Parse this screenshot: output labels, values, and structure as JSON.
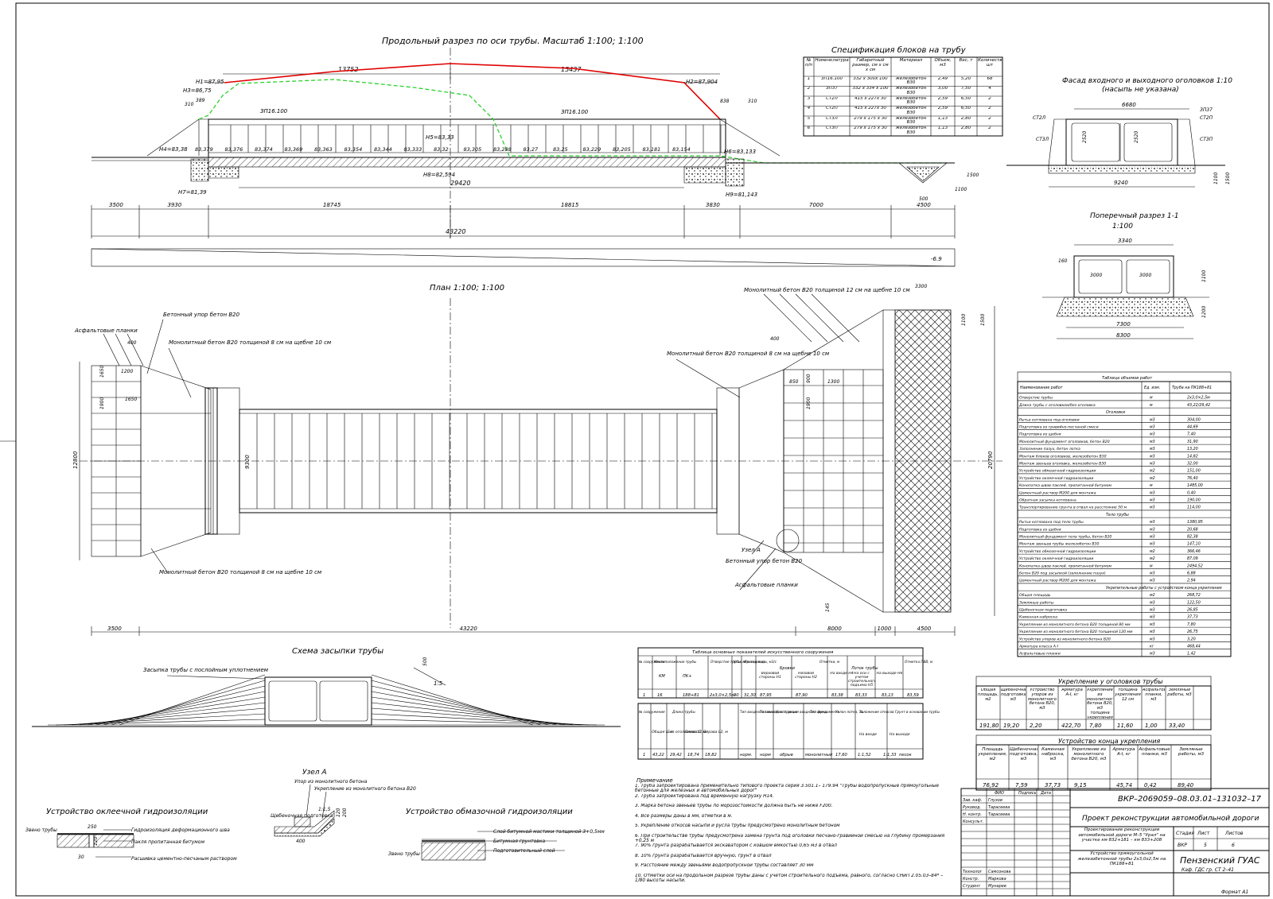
{
  "views": {
    "long_section_title": "Продольный разрез по оси трубы. Масштаб 1:100; 1:100",
    "plan_title": "План 1:100; 1:100",
    "facade_title": "Фасад входного и выходного оголовков 1:10",
    "facade_subtitle": "(насыпь не указана)",
    "cross_title": "Поперечный разрез 1-1",
    "cross_scale": "1:100",
    "backfill_title": "Схема засыпки трубы",
    "node_title": "Узел А",
    "paste_title": "Устройство оклеечной гидроизоляции",
    "coat_title": "Устройство обмазочной гидроизоляции"
  },
  "long_section": {
    "dims_top": [
      "13752",
      "15437"
    ],
    "dims_bottom": [
      "3500",
      "3930",
      "18745",
      "18815",
      "3830",
      "7000",
      "4500"
    ],
    "total": "43220",
    "inner": "29420",
    "labels": [
      "ЗП16.100",
      "ЗП16.100"
    ],
    "marks": {
      "h1": "Н1=87,95",
      "h2": "Н2=87,904",
      "h3": "Н3=86,75",
      "h4": "Н4=83,38",
      "h5": "Н5=83,33",
      "h6": "Н6=83,133",
      "h7": "Н7=81,39",
      "h8": "Н8=82,594",
      "h9": "Н9=81,143"
    },
    "bottom_marks": [
      "83,379",
      "83,376",
      "83,374",
      "83,369",
      "83,363",
      "83,354",
      "83,344",
      "83,333",
      "83,32",
      "83,305",
      "83,288",
      "83,27",
      "83,25",
      "83,229",
      "83,205",
      "83,181",
      "83,154"
    ],
    "small": [
      "310",
      "389",
      "838",
      "310",
      "1500",
      "1100",
      "500"
    ],
    "profile_value": "-6.9"
  },
  "spec": {
    "title": "Спецификация блоков на трубу",
    "headers": [
      "№ п/п",
      "Номенклатура",
      "Габаритный размер, см х см х см",
      "Материал",
      "Объем, м3",
      "Вес, т",
      "Количество, шт"
    ],
    "rows": [
      [
        "1",
        "ЗП16.100",
        "332 х 300х 100",
        "железобетон В30",
        "2,49",
        "5,20",
        "68"
      ],
      [
        "2",
        "ЗП37",
        "332 х 334 х 100",
        "железобетон В30",
        "3,00",
        "7,50",
        "4"
      ],
      [
        "3",
        "СТ2Л",
        "415 х 227х 30",
        "железобетон В30",
        "2,59",
        "6,50",
        "2"
      ],
      [
        "4",
        "СТ2П",
        "415 х 227х 30",
        "железобетон В30",
        "2,59",
        "6,50",
        "2"
      ],
      [
        "5",
        "СТ3Л",
        "279 х 175 х 30",
        "железобетон В30",
        "1,13",
        "2,80",
        "2"
      ],
      [
        "6",
        "СТ3П",
        "279 х 175 х 30",
        "железобетон В30",
        "1,13",
        "2,80",
        "2"
      ]
    ]
  },
  "facade": {
    "labels": [
      "СТ2Л",
      "СТ3Л",
      "СТ3П",
      "СТ2П",
      "ЗП37"
    ],
    "dims": [
      "6680",
      "9240",
      "2520",
      "2520",
      "1100",
      "1500"
    ]
  },
  "cross": {
    "dims": [
      "3340",
      "3000",
      "3000",
      "7300",
      "8300",
      "160",
      "1100",
      "1200"
    ]
  },
  "plan": {
    "notes": [
      "Асфальтовые планки",
      "Бетонный упор бетон В20",
      "Монолитный бетон В20 толщиной 8 см на щебне 10 см",
      "Монолитный бетон В20 толщиной 8 см на щебне 10 см",
      "Монолитный бетон В20 толщиной 12 см на щебне 10 см",
      "Монолитный бетон В20 толщиной 8 см на щебне 10 см",
      "Узел А",
      "Бетонный упор бетон В20",
      "Асфальтовые планки"
    ],
    "dims_bottom": [
      "3500",
      "43220",
      "8000",
      "1000",
      "4500"
    ],
    "dims": [
      "400",
      "1200",
      "1650",
      "1900",
      "1650",
      "12800",
      "9300",
      "400",
      "850",
      "900",
      "1300",
      "1900",
      "3300",
      "1100",
      "1500",
      "20790",
      "145"
    ]
  },
  "works": {
    "title": "Таблица объемов работ",
    "headers": [
      "Наименование работ",
      "Ед. изм.",
      "Труба на ПК188+81"
    ],
    "rows": [
      [
        "Отверстие трубы",
        "м",
        "2х3,0×2,5м"
      ],
      [
        "Длина трубы с оголовком/без оголовка",
        "м",
        "43,22/29,42"
      ],
      [
        "Оголовки",
        "",
        ""
      ],
      [
        "Рытье котлована под оголовки",
        "м3",
        "304,00"
      ],
      [
        "Подготовка из гравийно-песчаной смеси",
        "м3",
        "44,69"
      ],
      [
        "Подготовка из щебня",
        "м3",
        "7,40"
      ],
      [
        "Монолитный фундамент оголовков, бетон В20",
        "м3",
        "31,90"
      ],
      [
        "Заполнение пазух, бетон лотка",
        "м3",
        "13,20"
      ],
      [
        "Монтаж блоков оголовков, железобетон В30",
        "м3",
        "14,82"
      ],
      [
        "Монтаж звеньев оголовка, железобетон В30",
        "м3",
        "32,00"
      ],
      [
        "Устройство обмазочной гидроизоляции",
        "м2",
        "151,00"
      ],
      [
        "Устройство оклеечной гидроизоляции",
        "м2",
        "76,40"
      ],
      [
        "Конопатка швов паклей, пропитанной битумом",
        "м",
        "1485,00"
      ],
      [
        "Цементный раствор М200 для монтажа",
        "м3",
        "0,40"
      ],
      [
        "Обратная засыпка котлована",
        "м3",
        "190,00"
      ],
      [
        "Транспортирование грунта в отвал на расстояние 50 м",
        "м3",
        "114,00"
      ],
      [
        "Тело трубы",
        "",
        ""
      ],
      [
        "Рытье котлована под тело трубы",
        "м3",
        "1380,95"
      ],
      [
        "Подготовка из щебня",
        "м3",
        "20,68"
      ],
      [
        "Монолитный фундамент тела трубы, бетон В20",
        "м3",
        "82,38"
      ],
      [
        "Монтаж звеньев трубы железобетон В30",
        "м3",
        "147,10"
      ],
      [
        "Устройство обмазочной гидроизоляции",
        "м2",
        "366,46"
      ],
      [
        "Устройство оклеечной гидроизоляции",
        "м2",
        "87,09"
      ],
      [
        "Конопатка швов паклей, пропитанной битумом",
        "м",
        "2494,52"
      ],
      [
        "Бетон В20 под засыпкой (заполнение пазух)",
        "м3",
        "6,88"
      ],
      [
        "Цементный раствор М200 для монтажа",
        "м3",
        "2,94"
      ],
      [
        "Укрепительные работы с устройством конца укрепления",
        "",
        ""
      ],
      [
        "Общая площадь",
        "м2",
        "268,72"
      ],
      [
        "Земляные работы",
        "м3",
        "122,50"
      ],
      [
        "Щебеночная подготовка",
        "м3",
        "26,85"
      ],
      [
        "Каменная наброска",
        "м3",
        "37,73"
      ],
      [
        "Укрепление из монолитного бетона В20 толщиной 80 мм",
        "м3",
        "7,80"
      ],
      [
        "Укрепление из монолитного бетона В20 толщиной 120 мм",
        "м3",
        "26,75"
      ],
      [
        "Устройство упоров из монолитного бетона В20",
        "м3",
        "3,20"
      ],
      [
        "Арматура класса А-I",
        "кг",
        "468,44"
      ],
      [
        "Асфальтовые планки",
        "м3",
        "1,42"
      ]
    ]
  },
  "main_table": {
    "title": "Таблица основных показателей искусственного сооружения",
    "h1": [
      "№ сооружения",
      "Местоположение трубы",
      "Отверстие трубы, м",
      "Угол пересечения",
      "Расход воды, м3/с",
      "Отметки, м",
      "Отметка ПВВ, м"
    ],
    "h1_sub": [
      "КМ",
      "ПК+"
    ],
    "h1_sub2": [
      "Бровки",
      "Лоток трубы"
    ],
    "h1_sub3": [
      "Верховой стороны Н1",
      "Низовой стороны Н2",
      "На входе Н4",
      "На оси с учетом строительного подъема Н5",
      "На выходе Н6"
    ],
    "r1": [
      "1",
      "16",
      "188+81",
      "2х3,0×2,5м",
      "90",
      "31,30",
      "87,95",
      "87,90",
      "83,38",
      "83,33",
      "83,13",
      "83,59"
    ],
    "h2": [
      "№ сооружения",
      "Длина трубы",
      "Тип входного звена",
      "Тип выходного звена",
      "Конструкция входного звена",
      "Тип фундамента",
      "Уклон лотка, ‰",
      "Заложение откосов",
      "Грунт в основании трубы"
    ],
    "h2_sub": [
      "Общая L, м",
      "Без оголовков L0, м",
      "Слева L1, м",
      "Справа L2, м"
    ],
    "h2_sub2": [
      "На входе",
      "На выходе"
    ],
    "r2": [
      "1",
      "43,22",
      "29,42",
      "18,74",
      "18,82",
      "норм.",
      "норм",
      "обрыв",
      "монолитный",
      "17,60",
      "1:1,52",
      "1:1,33",
      "песок"
    ]
  },
  "strength_heads": {
    "title": "Укрепление у оголовков трубы",
    "headers": [
      "Общая площадь, м2",
      "Щебеночная подготовка, м3",
      "Устройство упоров из монолитного бетона В20, м3",
      "Арматура А-I, кг",
      "Укрепление из монолитного бетона В20, м3 толщина укрепления 8 см",
      "толщина укрепления 12 см",
      "Асфальтовые планки, м3",
      "Земляные работы, м3"
    ],
    "values": [
      "191,80",
      "19,20",
      "2,20",
      "422,70",
      "7,80",
      "11,60",
      "1,00",
      "33,40"
    ]
  },
  "strength_end": {
    "title": "Устройство конца укрепления",
    "headers": [
      "Площадь укрепления, м2",
      "Щебеночная подготовка, м3",
      "Каменная наброска, м3",
      "Укрепление из монолитного бетона В20, м3",
      "Арматура А-I, кг",
      "Асфальтовые планки, м3",
      "Земляные работы, м3"
    ],
    "values": [
      "76,92",
      "7,59",
      "37,73",
      "9,15",
      "45,74",
      "0,42",
      "89,40"
    ]
  },
  "notes": {
    "title": "Примечание",
    "lines": [
      "1. Труба запроектирована применительно типового проекта серия 3.501.1– 179.94 \"Трубы водопропускные прямоугольные бетонные для железных и автомобильных дорог\"",
      "2. Труба запроектирована под временную нагрузку Н14.",
      "3. Марка бетона звеньев трубы по морозостойкости должна быть не ниже F200.",
      "4. Все размеры даны в мм, отметки в м.",
      "5. Укрепление откосов насыпи и русла трубы предусмотрено монолитным бетоном",
      "6. При строительстве трубы предусмотрена замена грунта под оголовки песчано-гравийной смесью на глубину промерзания +0,25 м",
      "7. 90% грунта разрабатывается экскаватором с ковшом емкостью 0,65 м3 в отвал",
      "8. 10% грунта разрабатывается вручную, грунт в отвал",
      "9. Расстояние между звеньями водопропускной трубы составляет 30 мм",
      "10. Отметки оси на продольном разрезе трубы даны с учетом строительного подъема, равного, согласно СНиП 2.05.03–84* – 1/80 высоты насыпи."
    ]
  },
  "backfill": {
    "label": "Засыпка трубы с послойным уплотнением",
    "slope": "1:5",
    "dim": "500"
  },
  "node_a": {
    "labels": [
      "Упор из монолитного бетона",
      "Укрепление из монолитного бетона В20",
      "Щебеночная подготовка"
    ],
    "dims": [
      "400",
      "120",
      "200",
      "1:1,5"
    ]
  },
  "paste": {
    "labels": [
      "Звено трубы",
      "Гидроизоляция деформационного шва",
      "Пакля пропитанная битумом",
      "Расшивка цементно-песчаным раствором"
    ],
    "dims": [
      "250",
      "30",
      "120"
    ]
  },
  "coat": {
    "labels": [
      "Слой битумной мастики толщиной 3+0,5мм",
      "Битумная грунтовка",
      "Звено трубы",
      "Подготовительный слой"
    ]
  },
  "stamp": {
    "code": "ВКР–2069059–08.03.01–131032–17",
    "project": "Проект реконструкции автомобильной дороги",
    "desc1": "Проектирование реконструкции автомобильной дороги М–5 \"Урал\" на участке км 832+181 – км 833+208",
    "desc2": "Устройство прямоугольной железобетонной трубы 2х3,0х2,5м на ПК188+81",
    "org": "Пензенский ГУАС",
    "org2": "Каф. ГДС гр. СТ 2–41",
    "format": "Формат А1",
    "cols": [
      "ФИО",
      "Подпись",
      "Дата"
    ],
    "roles": [
      "Зав. каф.",
      "Руковод.",
      "Н. контр.",
      "Консульт.",
      "",
      "Технолог",
      "Констр.",
      "Студент"
    ],
    "names": [
      "Глухов",
      "Тарасеева",
      "Тарасеева",
      "",
      "",
      "Самсонова",
      "Маркова",
      "Мунарев"
    ],
    "stage_h": [
      "Стадия",
      "Лист",
      "Листов"
    ],
    "stage_v": [
      "ВКР",
      "5",
      "6"
    ]
  }
}
